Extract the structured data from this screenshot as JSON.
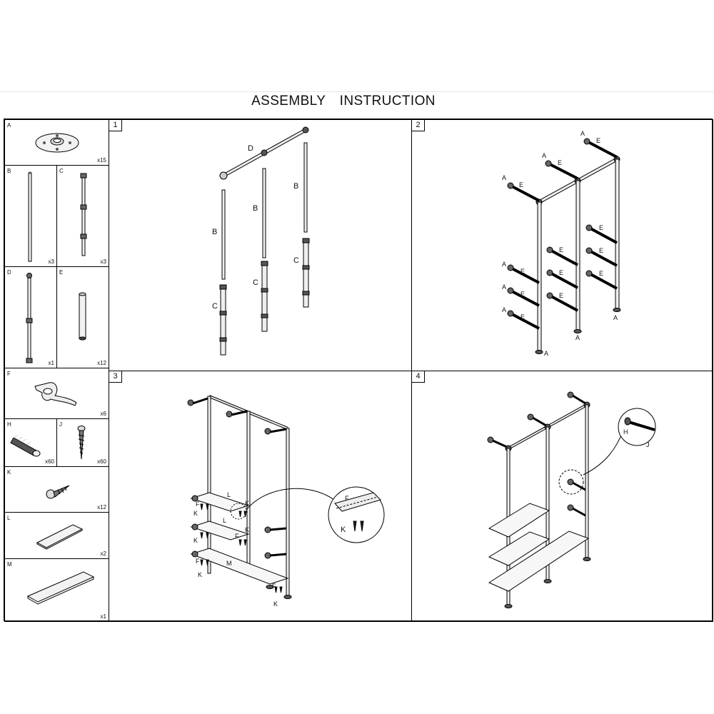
{
  "title": "ASSEMBLY INSTRUCTION",
  "parts": [
    {
      "letter": "A",
      "qty": "x15",
      "icon": "floor-flange-icon"
    },
    {
      "letter": "B",
      "qty": "x3",
      "icon": "long-pipe-icon"
    },
    {
      "letter": "C",
      "qty": "x3",
      "icon": "jointed-pipe-icon"
    },
    {
      "letter": "D",
      "qty": "x1",
      "icon": "top-pipe-icon"
    },
    {
      "letter": "E",
      "qty": "x12",
      "icon": "short-pipe-icon"
    },
    {
      "letter": "F",
      "qty": "x6",
      "icon": "shelf-bracket-icon"
    },
    {
      "letter": "H",
      "qty": "x60",
      "icon": "wall-anchor-icon"
    },
    {
      "letter": "J",
      "qty": "x60",
      "icon": "wood-screw-icon"
    },
    {
      "letter": "K",
      "qty": "x12",
      "icon": "short-screw-icon"
    },
    {
      "letter": "L",
      "qty": "x2",
      "icon": "small-shelf-board-icon"
    },
    {
      "letter": "M",
      "qty": "x1",
      "icon": "large-shelf-board-icon"
    }
  ],
  "steps": [
    {
      "number": "1",
      "labels": {
        "d": "D",
        "b": "B",
        "c": "C"
      }
    },
    {
      "number": "2",
      "labels": {
        "a": "A",
        "e": "E"
      }
    },
    {
      "number": "3",
      "labels": {
        "f": "F",
        "k": "K",
        "l": "L",
        "m": "M"
      }
    },
    {
      "number": "4",
      "labels": {
        "h": "H",
        "j": "J"
      }
    }
  ]
}
